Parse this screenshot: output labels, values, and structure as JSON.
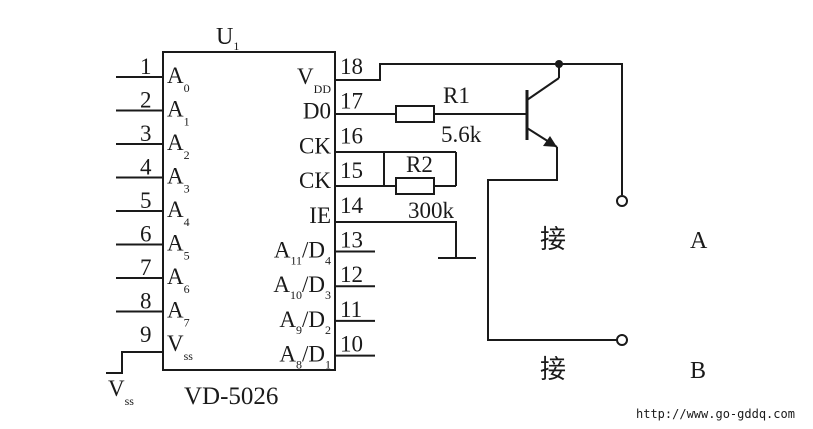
{
  "chip": {
    "designator": {
      "main": "U",
      "sub": "1"
    },
    "part_number": "VD-5026",
    "left_pins": [
      {
        "num": "1",
        "label": "A",
        "sub": "0"
      },
      {
        "num": "2",
        "label": "A",
        "sub": "1"
      },
      {
        "num": "3",
        "label": "A",
        "sub": "2"
      },
      {
        "num": "4",
        "label": "A",
        "sub": "3"
      },
      {
        "num": "5",
        "label": "A",
        "sub": "4"
      },
      {
        "num": "6",
        "label": "A",
        "sub": "5"
      },
      {
        "num": "7",
        "label": "A",
        "sub": "6"
      },
      {
        "num": "8",
        "label": "A",
        "sub": "7"
      },
      {
        "num": "9",
        "label": "V",
        "sub": "ss"
      }
    ],
    "right_pins": [
      {
        "num": "18",
        "label": "V",
        "sub": "DD"
      },
      {
        "num": "17",
        "label": "D0"
      },
      {
        "num": "16",
        "label": "CK"
      },
      {
        "num": "15",
        "label": "CK"
      },
      {
        "num": "14",
        "label": "IE"
      },
      {
        "num": "13",
        "a": "11",
        "d": "4"
      },
      {
        "num": "12",
        "a": "10",
        "d": "3"
      },
      {
        "num": "11",
        "a": "9",
        "d": "2"
      },
      {
        "num": "10",
        "a": "8",
        "d": "1"
      }
    ]
  },
  "r1": {
    "name": "R1",
    "value": "5.6k"
  },
  "r2": {
    "name": "R2",
    "value": "300k"
  },
  "vss": {
    "main": "V",
    "sub": "ss"
  },
  "terminals": [
    {
      "char": "接",
      "name": "A"
    },
    {
      "char": "接",
      "name": "B"
    }
  ],
  "watermark": "http://www.go-gddq.com"
}
